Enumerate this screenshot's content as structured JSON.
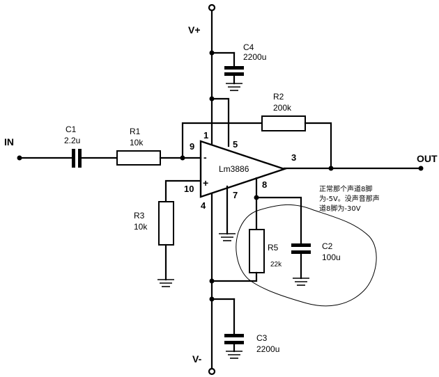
{
  "rails": {
    "vplus": "V+",
    "vminus": "V-"
  },
  "ports": {
    "in": "IN",
    "out": "OUT"
  },
  "ic": {
    "name": "Lm3886",
    "minus_sign": "-",
    "plus_sign": "+",
    "pins": {
      "p1": "1",
      "p3": "3",
      "p4": "4",
      "p5": "5",
      "p7": "7",
      "p8": "8",
      "p9": "9",
      "p10": "10"
    }
  },
  "components": {
    "c1": {
      "ref": "C1",
      "value": "2.2u"
    },
    "r1": {
      "ref": "R1",
      "value": "10k"
    },
    "r2": {
      "ref": "R2",
      "value": "200k"
    },
    "r3": {
      "ref": "R3",
      "value": "10k"
    },
    "r5": {
      "ref": "R5",
      "value": "22k"
    },
    "c2": {
      "ref": "C2",
      "value": "100u"
    },
    "c3": {
      "ref": "C3",
      "value": "2200u"
    },
    "c4": {
      "ref": "C4",
      "value": "2200u"
    }
  },
  "annotation": {
    "lines": [
      "正常那个声道8脚",
      "为-5V。没声音那声",
      "道8脚为-30V"
    ]
  }
}
